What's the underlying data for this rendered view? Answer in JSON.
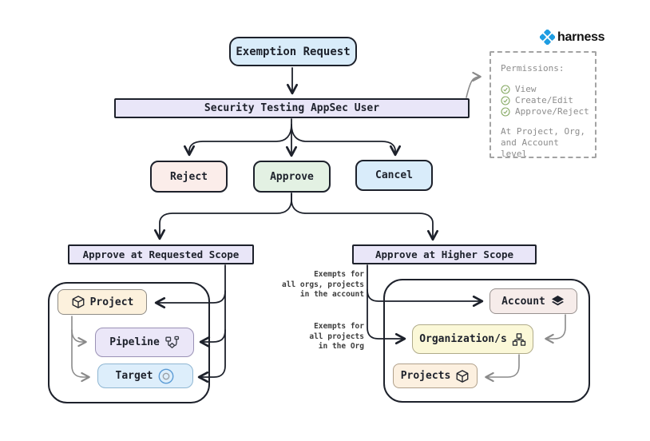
{
  "brand": {
    "logo_text": "harness",
    "logo_color": "#1e9de2"
  },
  "colors": {
    "stroke_dark": "#1d212b",
    "stroke_gray": "#8a8a8a",
    "fill_blue": "#d9ecfa",
    "fill_lavender": "#e9e6f8",
    "fill_pink": "#fbedea",
    "fill_green": "#e3f1e3",
    "fill_cream": "#fcf1dd",
    "fill_yellow": "#fbf8d8",
    "fill_account": "#f6ecea",
    "check_green": "#84a861"
  },
  "flow": {
    "exemption_request": "Exemption Request",
    "appsec_user": "Security Testing AppSec User",
    "decisions": {
      "reject": "Reject",
      "approve": "Approve",
      "cancel": "Cancel"
    },
    "scopes": {
      "requested": "Approve at Requested Scope",
      "higher": "Approve at Higher Scope"
    }
  },
  "requested_scope_group": {
    "items": [
      {
        "label": "Project",
        "icon": "cube-icon"
      },
      {
        "label": "Pipeline",
        "icon": "pipeline-icon"
      },
      {
        "label": "Target",
        "icon": "target-icon"
      }
    ]
  },
  "higher_scope_group": {
    "items": [
      {
        "label": "Account",
        "icon": "layers-icon"
      },
      {
        "label": "Organization/s",
        "icon": "org-chart-icon"
      },
      {
        "label": "Projects",
        "icon": "cube-icon"
      }
    ]
  },
  "annotations": {
    "account_note": [
      "Exempts for",
      "all orgs, projects",
      "in the account"
    ],
    "org_note": [
      "Exempts for",
      "all projects",
      "in the Org"
    ]
  },
  "permissions_panel": {
    "title": "Permissions:",
    "items": [
      "View",
      "Create/Edit",
      "Approve/Reject"
    ],
    "footer": [
      "At Project, Org,",
      "and Account level"
    ]
  }
}
